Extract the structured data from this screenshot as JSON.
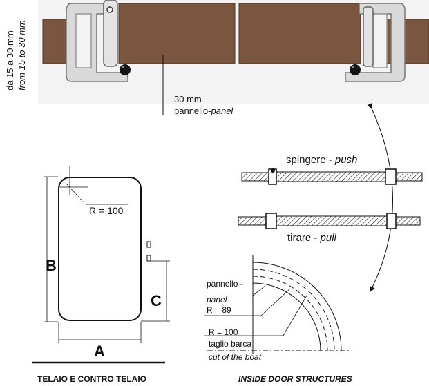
{
  "colors": {
    "wood": "#7a5641",
    "wood_edge": "#4e3629",
    "profile_fill": "#d9d9d9",
    "profile_stroke": "#777777",
    "ink": "#111111",
    "background": "#ffffff"
  },
  "top_section": {
    "thickness_label_it": "da 15 a 30 mm",
    "thickness_label_en": "from 15 to 30 mm",
    "panel_size": "30 mm",
    "panel_label_it": "pannello-",
    "panel_label_en": "panel"
  },
  "frame_drawing": {
    "radius_label": "R = 100",
    "dim_a": "A",
    "dim_b": "B",
    "dim_c": "C",
    "caption": "TELAIO E CONTRO TELAIO"
  },
  "door_motion": {
    "push_label_it": "spingere - ",
    "push_label_en": "push",
    "pull_label_it": "tirare - ",
    "pull_label_en": "pull"
  },
  "structure_detail": {
    "panel_label_it": "pannello -",
    "panel_label_en": "panel",
    "panel_radius": "R = 89",
    "cut_radius": "R = 100",
    "cut_label_it": "taglio barca",
    "cut_label_en": "cut of the boat",
    "caption": "INSIDE DOOR STRUCTURES"
  }
}
